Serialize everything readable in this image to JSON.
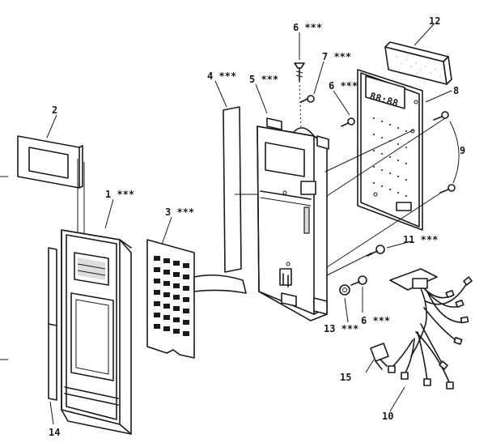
{
  "labels": {
    "p1": "1 ***",
    "p2": "2",
    "p3": "3 ***",
    "p4": "4 ***",
    "p5": "5 ***",
    "p6a": "6 ***",
    "p6b": "6 ***",
    "p6c": "6 ***",
    "p7": "7 ***",
    "p8": "8",
    "p9": "9",
    "p10": "10",
    "p11": "11 ***",
    "p12": "12",
    "p13": "13 ***",
    "p14": "14",
    "p15": "15"
  },
  "display": {
    "digits": "88:88"
  }
}
